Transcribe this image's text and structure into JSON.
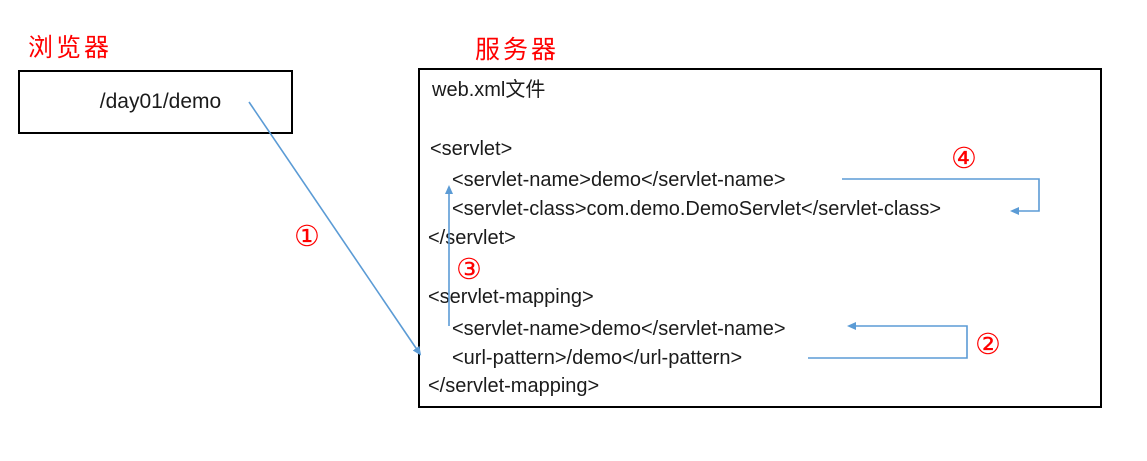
{
  "labels": {
    "browser": "浏览器",
    "server": "服务器"
  },
  "browser": {
    "request_url": "/day01/demo"
  },
  "server": {
    "file_title": "web.xml文件",
    "code": {
      "servlet_open": "<servlet>",
      "servlet_name": "<servlet-name>demo</servlet-name>",
      "servlet_class": "<servlet-class>com.demo.DemoServlet</servlet-class>",
      "servlet_close": "</servlet>",
      "mapping_open": "<servlet-mapping>",
      "mapping_servlet_name": "<servlet-name>demo</servlet-name>",
      "url_pattern": "<url-pattern>/demo</url-pattern>",
      "mapping_close": "</servlet-mapping>"
    }
  },
  "steps": {
    "one": "①",
    "two": "②",
    "three": "③",
    "four": "④"
  },
  "colors": {
    "arrow_blue": "#5B9BD5",
    "label_red": "#FF0000"
  }
}
